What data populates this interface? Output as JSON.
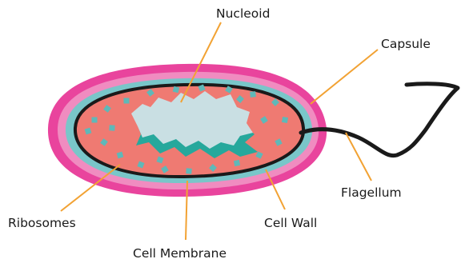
{
  "diagram": {
    "labels": {
      "nucleoid": "Nucleoid",
      "capsule": "Capsule",
      "flagellum": "Flagellum",
      "ribosomes": "Ribosomes",
      "cell_wall": "Cell Wall",
      "cell_membrane": "Cell Membrane"
    },
    "colors": {
      "capsule": "#e9449d",
      "capsule_inner": "#f08cc0",
      "membrane": "#79c6c9",
      "cytoplasm": "#ef7a72",
      "cell_wall": "#1a1a1a",
      "nucleoid": "#c9dfe3",
      "nucleoid_shadow": "#26a89c",
      "ribosome": "#5fb8b8",
      "leader_line": "#f2a233",
      "label_text": "#1a1a1a"
    }
  }
}
